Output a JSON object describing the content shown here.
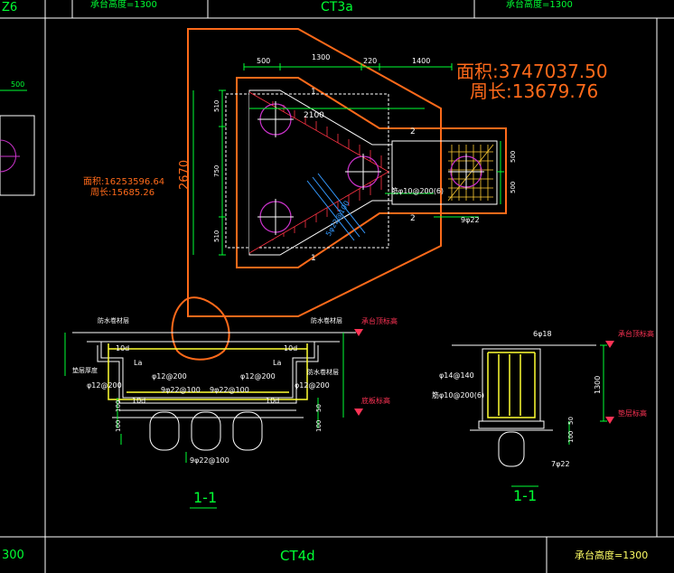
{
  "title_block": {
    "top_left_code": "Z6",
    "top_height_label": "承台高度=1300",
    "top_center_code": "CT3a",
    "top_right_height_label": "承台高度=1300",
    "bottom_left_code": "300",
    "bottom_center_code": "CT4d",
    "bottom_right_height_label": "承台高度=1300"
  },
  "measurement_overlay": {
    "area_large": "面积:3747037.50",
    "perimeter_large": "周长:13679.76",
    "area_small": "面积:16253596.64",
    "perimeter_small": "周长:15685.26"
  },
  "plan_view": {
    "dim_top": [
      "500",
      "1300",
      "220",
      "1400"
    ],
    "dim_left_vertical": [
      "510",
      "750",
      "510"
    ],
    "dim_total_vertical": "2670",
    "dim_right_vertical": [
      "500",
      "500"
    ],
    "dim_left_small": "500",
    "rebar_top": "2100",
    "rebar_side": "筋φ10@200(6)",
    "rebar_bottom": "9φ22",
    "rebar_diag": "5φ22@100",
    "section_marks": [
      "1",
      "2",
      "2",
      "1"
    ]
  },
  "section_left": {
    "title": "1-1",
    "labels": {
      "waterproof_top_left": "防水卷材层",
      "waterproof_top_right": "防水卷材层",
      "pile_cap_top": "承台顶标高",
      "pile_cap_bottom": "底板标高",
      "waterproof_mid": "防水卷材层",
      "cushion": "垫层厚度",
      "anchor_left": "10d",
      "anchor_right": "10d",
      "lap_left": "La",
      "lap_right": "La",
      "stirrup_left": "φ12@200",
      "stirrup_right": "φ12@200",
      "stirrup_left2": "φ12@200",
      "stirrup_right2": "φ12@200",
      "bar_left": "9φ22@100",
      "bar_right": "9φ22@100",
      "bottom_anchor_left": "10d",
      "bottom_anchor_right": "10d",
      "bottom_bar": "9φ22@100",
      "dim_100_a": "100",
      "dim_50_a": "50",
      "dim_100_b": "100",
      "dim_100_c": "100"
    }
  },
  "section_right": {
    "title": "1-1",
    "labels": {
      "top_bar": "6φ18",
      "pile_cap_top": "承台顶标高",
      "pile_cap_bottom": "垫层标高",
      "stirrup": "φ14@140",
      "side_bar": "筋φ10@200(6)",
      "height": "1300",
      "dim_50": "50",
      "dim_100": "100",
      "bottom_bar": "7φ22"
    }
  }
}
